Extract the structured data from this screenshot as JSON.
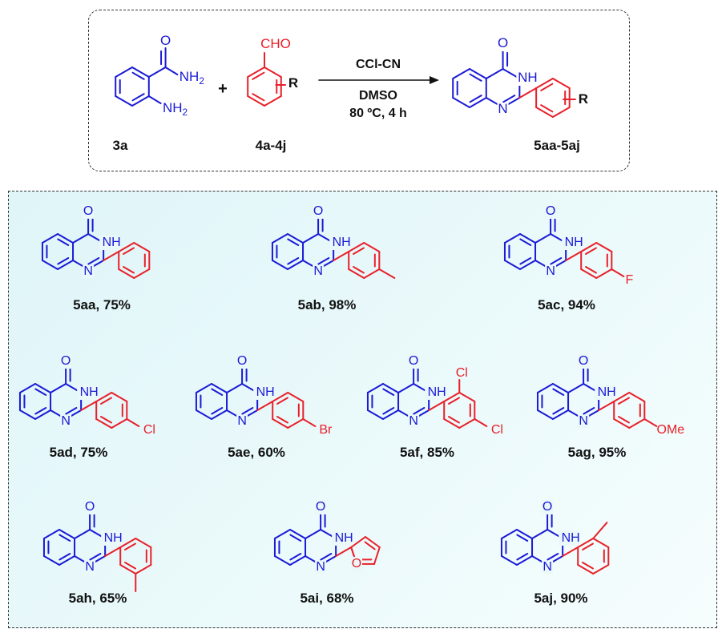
{
  "scheme": {
    "reactant_amide": {
      "label": "3a",
      "group_top": "O",
      "group_nh2": "NH",
      "group_nh2_sub": "2",
      "group_amine": "NH",
      "group_amine_sub": "2"
    },
    "plus": "+",
    "reactant_aldehyde": {
      "label": "4a-4j",
      "group_cho": "CHO",
      "group_r": "R"
    },
    "conditions": {
      "reagent": "CCl-CN",
      "solvent": "DMSO",
      "temp": "80 ºC, 4 h"
    },
    "product": {
      "label": "5aa-5aj",
      "group_o": "O",
      "group_nh": "NH",
      "group_n": "N",
      "group_r": "R"
    }
  },
  "colors": {
    "core": "#1a1ad6",
    "aryl": "#e8202a",
    "text": "#111111"
  },
  "compounds": [
    {
      "id": "5aa",
      "label": "5aa, 75%",
      "substituent": ""
    },
    {
      "id": "5ab",
      "label": "5ab, 98%",
      "substituent": ""
    },
    {
      "id": "5ac",
      "label": "5ac, 94%",
      "substituent": "F"
    },
    {
      "id": "5ad",
      "label": "5ad, 75%",
      "substituent": "Cl"
    },
    {
      "id": "5ae",
      "label": "5ae, 60%",
      "substituent": "Br"
    },
    {
      "id": "5af",
      "label": "5af, 85%",
      "substituent": "Cl",
      "substituent2": "Cl"
    },
    {
      "id": "5ag",
      "label": "5ag, 95%",
      "substituent": "OMe"
    },
    {
      "id": "5ah",
      "label": "5ah, 65%",
      "substituent": ""
    },
    {
      "id": "5ai",
      "label": "5ai, 68%",
      "substituent": ""
    },
    {
      "id": "5aj",
      "label": "5aj, 90%",
      "substituent": ""
    }
  ],
  "core_atoms": {
    "o": "O",
    "nh": "NH",
    "n": "N"
  }
}
